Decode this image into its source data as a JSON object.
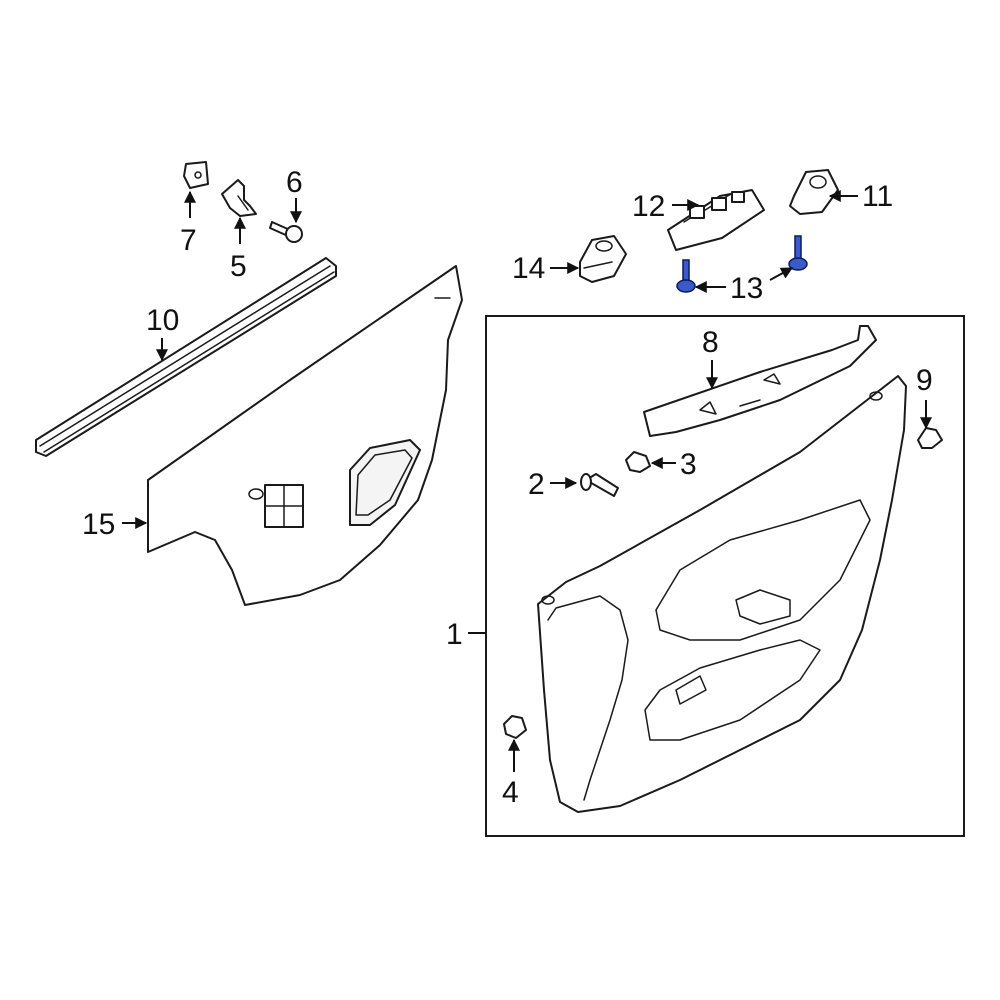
{
  "callouts": {
    "c1": "1",
    "c2": "2",
    "c3": "3",
    "c4": "4",
    "c5": "5",
    "c6": "6",
    "c7": "7",
    "c8": "8",
    "c9": "9",
    "c10": "10",
    "c11": "11",
    "c12": "12",
    "c13": "13",
    "c14": "14",
    "c15": "15"
  },
  "colors": {
    "highlight_part": "#3a5bc7",
    "line": "#1a1a1a",
    "background": "#ffffff"
  },
  "highlighted_parts": [
    "13"
  ]
}
